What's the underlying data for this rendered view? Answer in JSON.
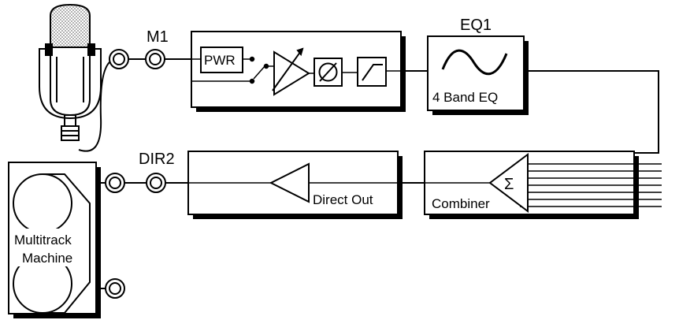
{
  "labels": {
    "mic_jack": "M1",
    "eq_title": "EQ1",
    "eq_name": "4 Band EQ",
    "power": "PWR",
    "direct_jack": "DIR2",
    "direct_out": "Direct Out",
    "combiner": "Combiner",
    "sigma": "Σ",
    "machine_line1": "Multitrack",
    "machine_line2": "Machine"
  },
  "colors": {
    "stroke": "#000000",
    "shadow": "#000000",
    "background": "#ffffff",
    "mic_grille": "#9a9a9a"
  },
  "icons": [
    "microphone-icon",
    "jack-icon",
    "preamp-triangle-icon",
    "phase-icon",
    "high-pass-filter-icon",
    "eq-curve-icon",
    "summing-triangle-icon",
    "tape-reel-icon"
  ]
}
